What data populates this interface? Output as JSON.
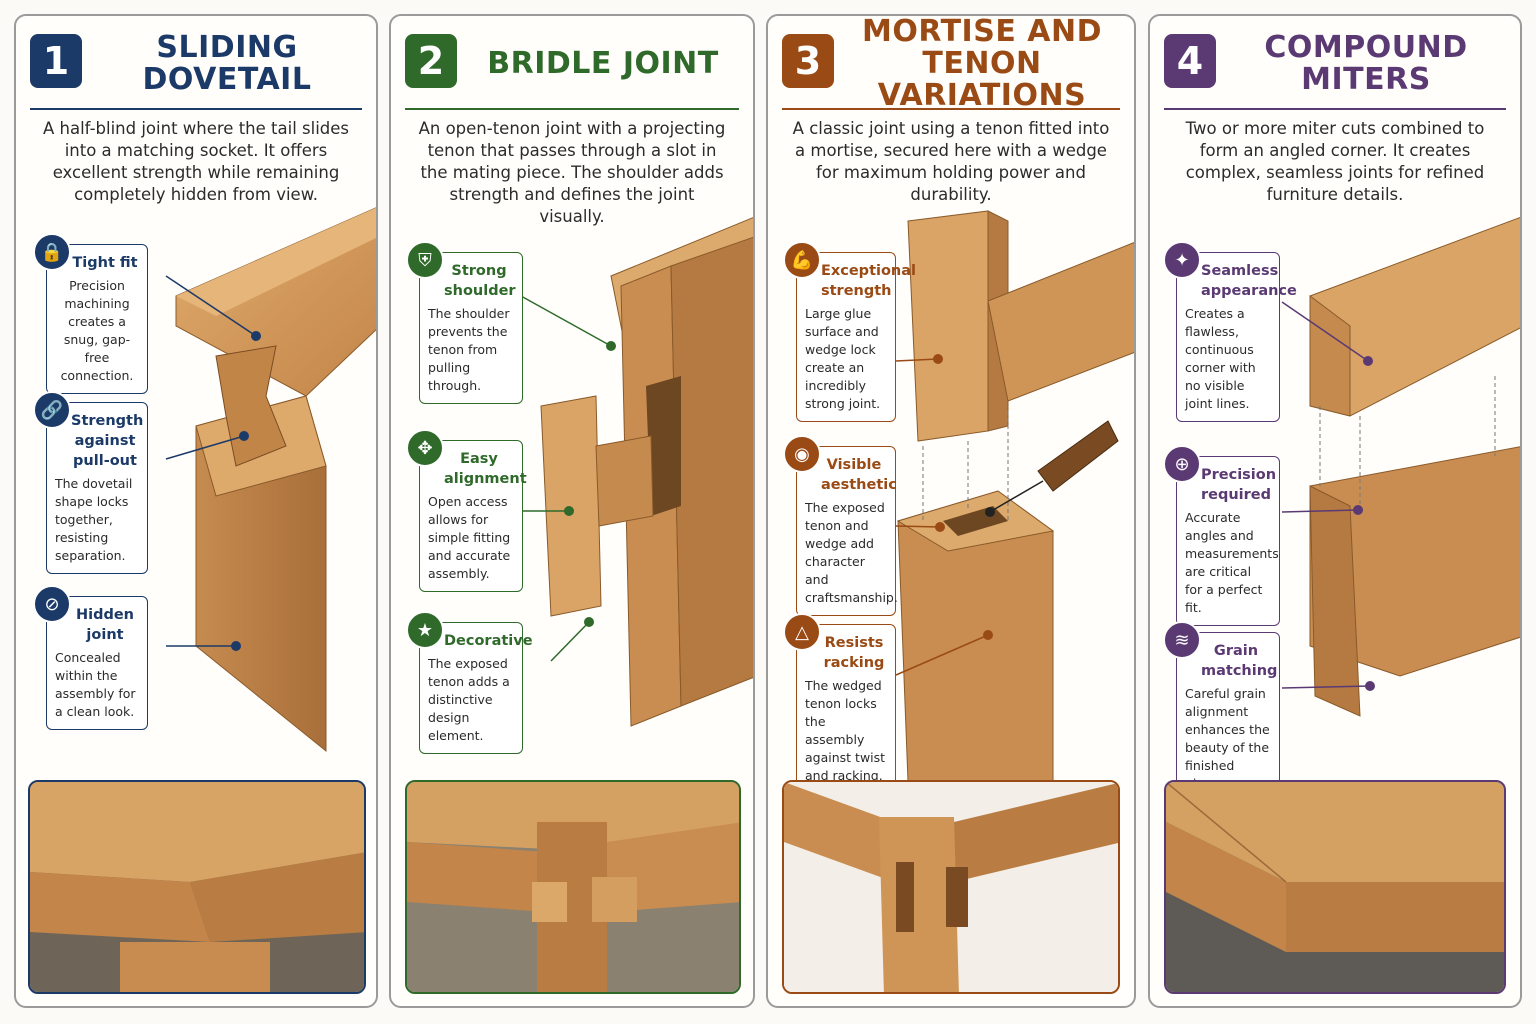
{
  "colors": {
    "panel1": "#1c3a68",
    "panel2": "#2f6a2b",
    "panel3": "#9a4a14",
    "panel4": "#5b3a73",
    "wood_light": "#d9a466",
    "wood_mid": "#c58a4e",
    "wood_dark": "#a36a35"
  },
  "panels": [
    {
      "number": "1",
      "title": "SLIDING DOVETAIL",
      "description": "A half-blind joint where the tail slides into a matching socket. It offers excellent strength while remaining completely hidden from view.",
      "callouts": [
        {
          "icon": "lock-icon",
          "title": "Tight fit",
          "body": "Precision machining creates a snug, gap-free connection."
        },
        {
          "icon": "link-icon",
          "title": "Strength against pull-out",
          "body": "The dovetail shape locks together, resisting separation."
        },
        {
          "icon": "eye-slash-icon",
          "title": "Hidden joint",
          "body": "Concealed within the assembly for a clean look."
        }
      ]
    },
    {
      "number": "2",
      "title": "BRIDLE JOINT",
      "description": "An open-tenon joint with a projecting tenon that passes through a slot in the mating piece. The shoulder adds strength and defines the joint visually.",
      "callouts": [
        {
          "icon": "shield-icon",
          "title": "Strong shoulder",
          "body": "The shoulder prevents the tenon from pulling through."
        },
        {
          "icon": "move-arrows-icon",
          "title": "Easy alignment",
          "body": "Open access allows for simple fitting and accurate assembly."
        },
        {
          "icon": "star-icon",
          "title": "Decorative",
          "body": "The exposed tenon adds a distinctive design element."
        }
      ]
    },
    {
      "number": "3",
      "title": "MORTISE AND TENON VARIATIONS",
      "description": "A classic joint using a tenon fitted into a mortise, secured here with a wedge for maximum holding power and durability.",
      "callouts": [
        {
          "icon": "flexed-arm-icon",
          "title": "Exceptional strength",
          "body": "Large glue surface and wedge lock create an incredibly strong joint."
        },
        {
          "icon": "eye-icon",
          "title": "Visible aesthetic",
          "body": "The exposed tenon and wedge add character and craftsmanship."
        },
        {
          "icon": "triangle-icon",
          "title": "Resists racking",
          "body": "The wedged tenon locks the assembly against twist and racking."
        }
      ]
    },
    {
      "number": "4",
      "title": "COMPOUND MITERS",
      "description": "Two or more miter cuts combined to form an angled corner. It creates complex, seamless joints for refined furniture details.",
      "callouts": [
        {
          "icon": "sparkle-icon",
          "title": "Seamless appearance",
          "body": "Creates a flawless, continuous corner with no visible joint lines."
        },
        {
          "icon": "crosshair-icon",
          "title": "Precision required",
          "body": "Accurate angles and measurements are critical for a perfect fit."
        },
        {
          "icon": "wood-grain-icon",
          "title": "Grain matching",
          "body": "Careful grain alignment enhances the beauty of the finished piece."
        }
      ]
    }
  ]
}
